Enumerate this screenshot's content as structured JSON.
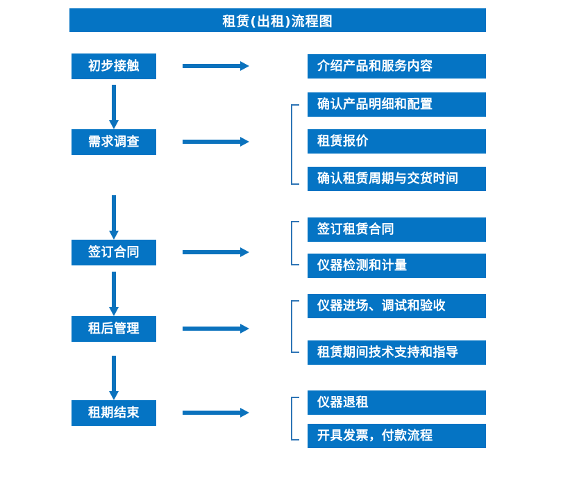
{
  "diagram": {
    "title": "租赁(出租)流程图",
    "accent_color": "#0574c4",
    "arrow_color": "#0b72bd",
    "bracket_color": "#2e75b6",
    "text_color": "#ffffff",
    "background_color": "#ffffff",
    "stages": [
      {
        "id": "stage-1",
        "label": "初步接触"
      },
      {
        "id": "stage-2",
        "label": "需求调查"
      },
      {
        "id": "stage-3",
        "label": "签订合同"
      },
      {
        "id": "stage-4",
        "label": "租后管理"
      },
      {
        "id": "stage-5",
        "label": "租期结束"
      }
    ],
    "details": [
      {
        "id": "detail-1",
        "label": "介绍产品和服务内容"
      },
      {
        "id": "detail-2",
        "label": "确认产品明细和配置"
      },
      {
        "id": "detail-3",
        "label": "租赁报价"
      },
      {
        "id": "detail-4",
        "label": "确认租赁周期与交货时间"
      },
      {
        "id": "detail-5",
        "label": "签订租赁合同"
      },
      {
        "id": "detail-6",
        "label": "仪器检测和计量"
      },
      {
        "id": "detail-7",
        "label": "仪器进场、调试和验收"
      },
      {
        "id": "detail-8",
        "label": "租赁期间技术支持和指导"
      },
      {
        "id": "detail-9",
        "label": "仪器退租"
      },
      {
        "id": "detail-10",
        "label": "开具发票，付款流程"
      }
    ],
    "groups": [
      {
        "id": "group-needs",
        "stage": "需求调查",
        "members": [
          "确认产品明细和配置",
          "租赁报价",
          "确认租赁周期与交货时间"
        ]
      },
      {
        "id": "group-contract",
        "stage": "签订合同",
        "members": [
          "签订租赁合同",
          "仪器检测和计量"
        ]
      },
      {
        "id": "group-management",
        "stage": "租后管理",
        "members": [
          "仪器进场、调试和验收",
          "租赁期间技术支持和指导"
        ]
      },
      {
        "id": "group-end",
        "stage": "租期结束",
        "members": [
          "仪器退租",
          "开具发票，付款流程"
        ]
      }
    ]
  }
}
